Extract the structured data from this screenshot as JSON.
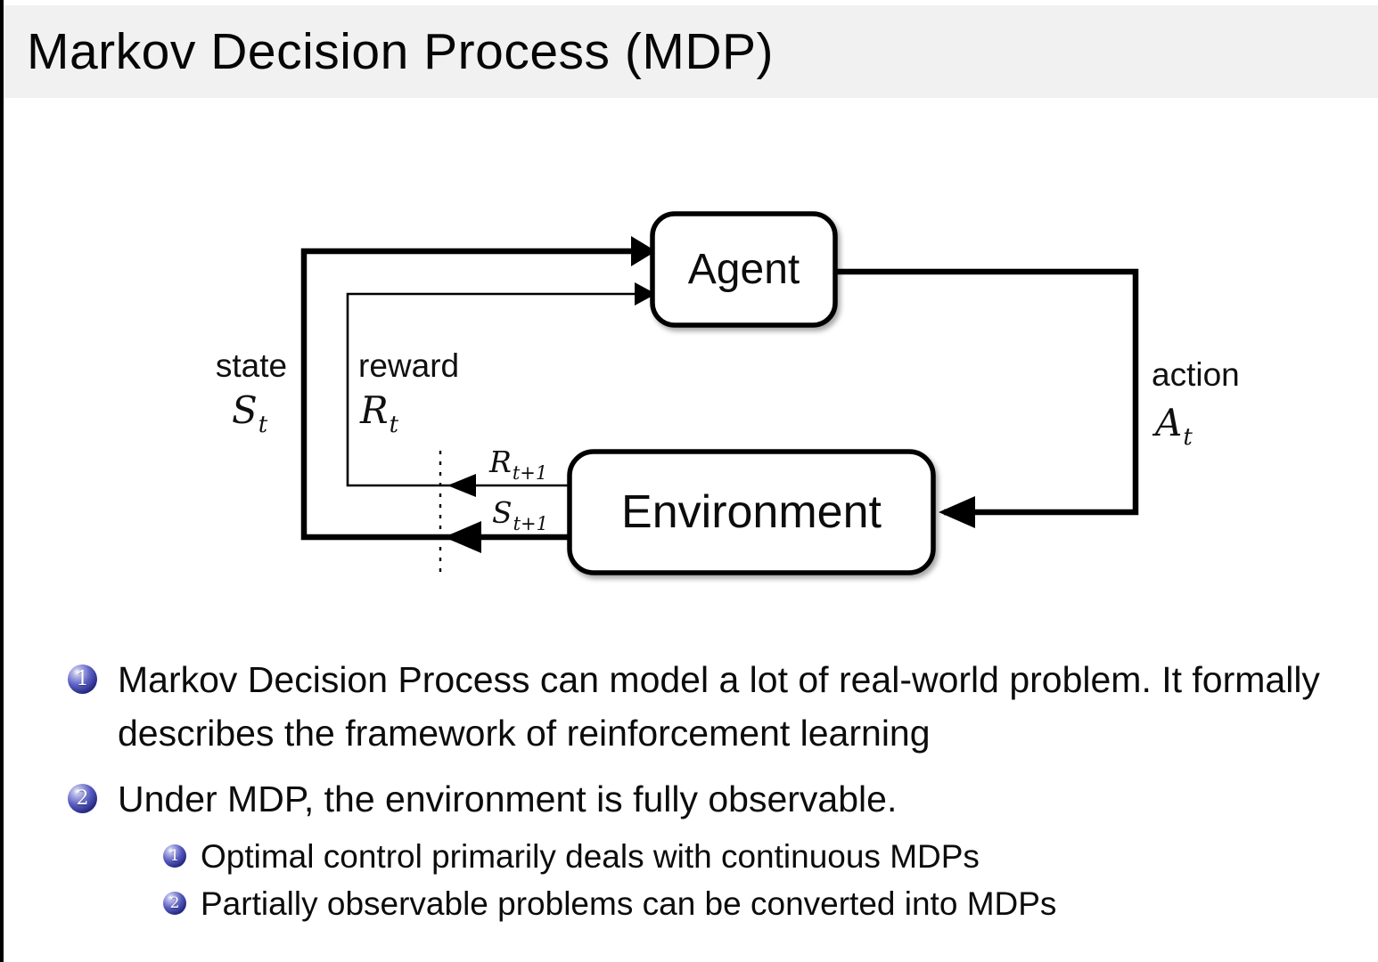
{
  "title": "Markov Decision Process (MDP)",
  "diagram": {
    "agent_label": "Agent",
    "environment_label": "Environment",
    "state_label": "state",
    "reward_label": "reward",
    "action_label": "action",
    "math": {
      "state": {
        "base": "S",
        "sub": "t"
      },
      "reward": {
        "base": "R",
        "sub": "t"
      },
      "action": {
        "base": "A",
        "sub": "t"
      },
      "next_reward": {
        "base": "R",
        "sub": "t+1"
      },
      "next_state": {
        "base": "S",
        "sub": "t+1"
      }
    },
    "line_color": "#000000"
  },
  "bullets": {
    "items": [
      {
        "number": "1",
        "text": "Markov Decision Process can model a lot of real-world problem. It formally describes the framework of reinforcement learning"
      },
      {
        "number": "2",
        "text": "Under MDP, the environment is fully observable."
      }
    ],
    "sub_items": [
      {
        "number": "1",
        "text": "Optimal control primarily deals with continuous MDPs"
      },
      {
        "number": "2",
        "text": "Partially observable problems can be converted into MDPs"
      }
    ]
  },
  "colors": {
    "title_bar_bg": "#f1f1f1",
    "ball_navy": "#23277f",
    "text": "#0c0c0c"
  }
}
